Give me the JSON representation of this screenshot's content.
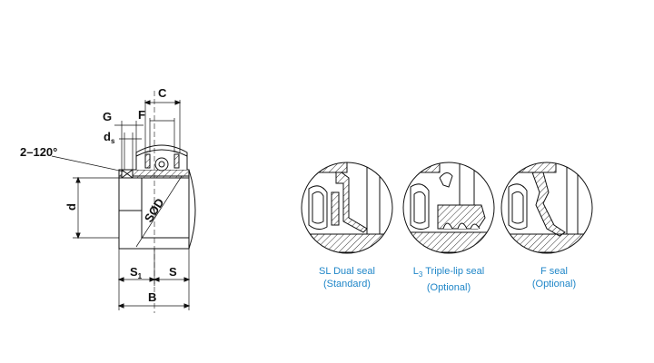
{
  "bearing_labels": {
    "angle": "2–120°",
    "g": "G",
    "f": "F",
    "c": "C",
    "ds_base": "d",
    "ds_sub": "s",
    "d": "d",
    "sphere": "SØD",
    "s1_base": "S",
    "s1_sub": "1",
    "s": "S",
    "b": "B"
  },
  "seals": [
    {
      "name": "SL Dual seal",
      "note": "(Standard)"
    },
    {
      "name_pre": "L",
      "name_sub": "3",
      "name_post": " Triple-lip seal",
      "note": "(Optional)"
    },
    {
      "name": "F seal",
      "note": "(Optional)"
    }
  ],
  "colors": {
    "caption": "#1f86c8",
    "line": "#111111",
    "hatch": "#333333"
  }
}
